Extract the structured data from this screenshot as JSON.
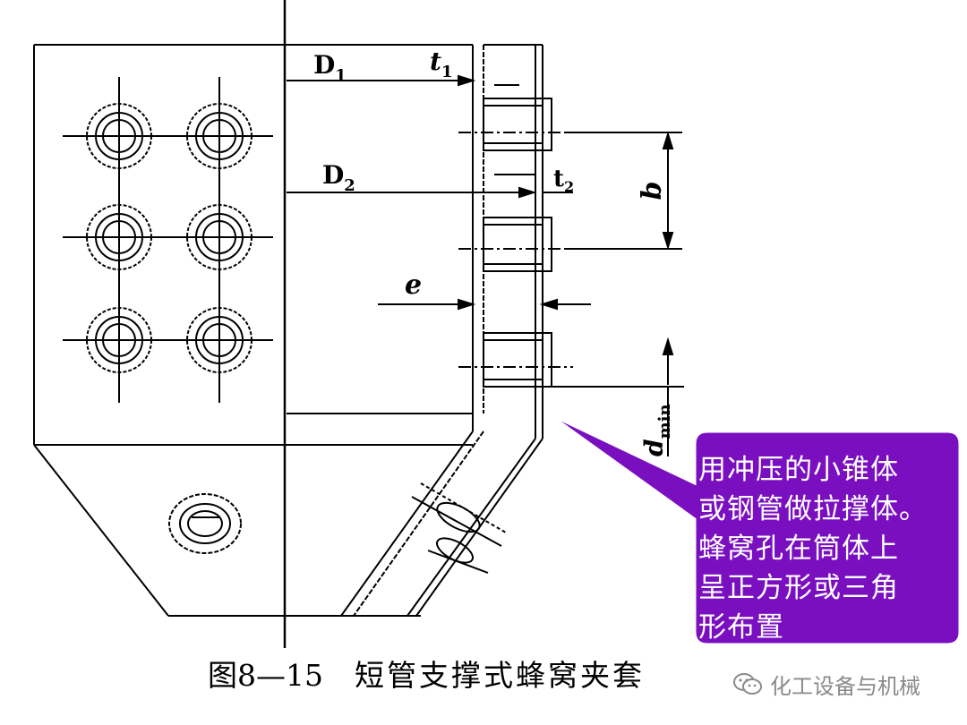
{
  "figure": {
    "caption_number": "图8—15",
    "caption_title": "短管支撑式蜂窝夹套"
  },
  "labels": {
    "D1": {
      "main": "D",
      "sub": "1"
    },
    "t1": {
      "main": "t",
      "sub": "1"
    },
    "D2": {
      "main": "D",
      "sub": "2"
    },
    "t2": {
      "main": "t",
      "sub": "2"
    },
    "b": "b",
    "e": "e",
    "dmin": {
      "main": "d",
      "sub": "min"
    }
  },
  "callout": {
    "lines": [
      "用冲压的小锥体",
      "或钢管做拉撑体。",
      "蜂窝孔在筒体上",
      "呈正方形或三角",
      "形布置"
    ],
    "background": "#7a0fc0",
    "border": "#ffffff"
  },
  "watermark": {
    "text": "化工设备与机械",
    "icon": "wechat-icon"
  }
}
